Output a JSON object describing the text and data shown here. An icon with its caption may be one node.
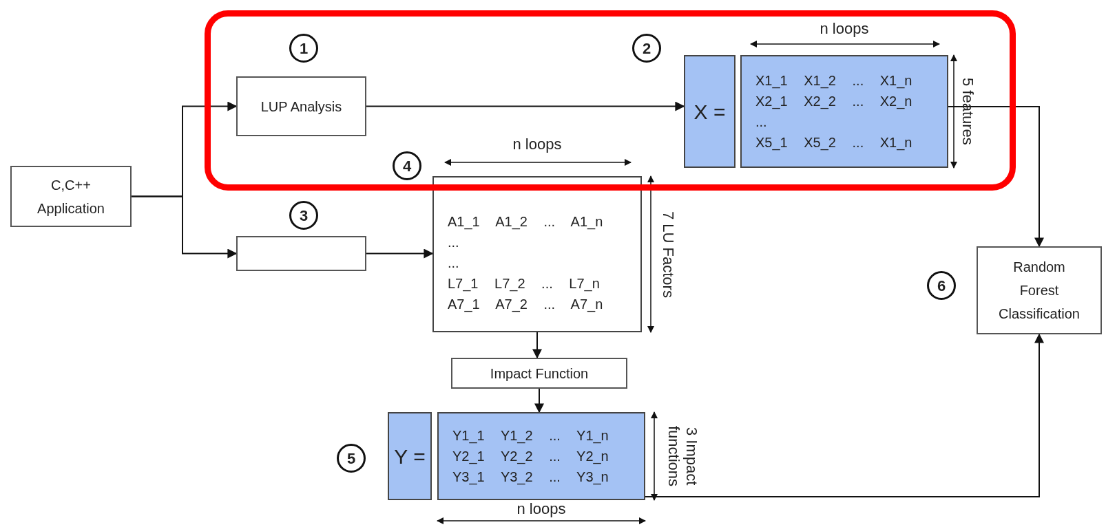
{
  "diagram": {
    "nodes": [
      {
        "text": [
          "C,C++ Application"
        ]
      },
      {
        "text": [
          "LUP Analysis"
        ]
      },
      {
        "text": [],
        "shape": "box"
      },
      {
        "text": [
          "X ="
        ]
      },
      {
        "text": [
          "X1_1 X1_2 ... X1_n",
          "X2_1 X2_2 ... X2_n",
          "...",
          "X5_1 X5_2 ... X1_n"
        ]
      },
      {
        "text": [
          "A1_1 A1_2 ... A1_n",
          "...",
          "...",
          "L7_1 L7_2 ... L7_n",
          "A7_1 A7_2 ... A7_n"
        ]
      },
      {
        "text": [
          "Impact Function"
        ]
      },
      {
        "text": [
          "Y ="
        ]
      },
      {
        "text": [
          "Y1_1 Y1_2 ... Y1_n",
          "Y2_1 Y2_2 ... Y2_n",
          "Y3_1 Y3_2 ... Y3_n"
        ]
      },
      {
        "text": [
          "Random Forest Classification"
        ]
      },
      {
        "text": [
          "1"
        ]
      },
      {
        "text": [
          "2"
        ]
      },
      {
        "text": [
          "3"
        ]
      },
      {
        "text": [
          "4"
        ]
      },
      {
        "text": [
          "5"
        ]
      },
      {
        "text": [
          "6"
        ]
      }
    ],
    "edges": [
      {
        "from": 0,
        "to": 1,
        "arrow": "to"
      },
      {
        "from": 0,
        "to": 2,
        "arrow": "to"
      },
      {
        "from": 1,
        "to": 3,
        "arrow": "to"
      },
      {
        "from": 2,
        "to": 5,
        "arrow": "to"
      },
      {
        "from": 5,
        "to": 6,
        "arrow": "to"
      },
      {
        "from": 6,
        "to": 8,
        "arrow": "to"
      },
      {
        "from": 4,
        "to": 9,
        "arrow": "to"
      },
      {
        "from": 8,
        "to": 9,
        "arrow": "to"
      }
    ],
    "labels": [
      "n loops",
      "5 features",
      "n loops",
      "7 LU Factors",
      "3 Impact functions",
      "n loops"
    ]
  }
}
